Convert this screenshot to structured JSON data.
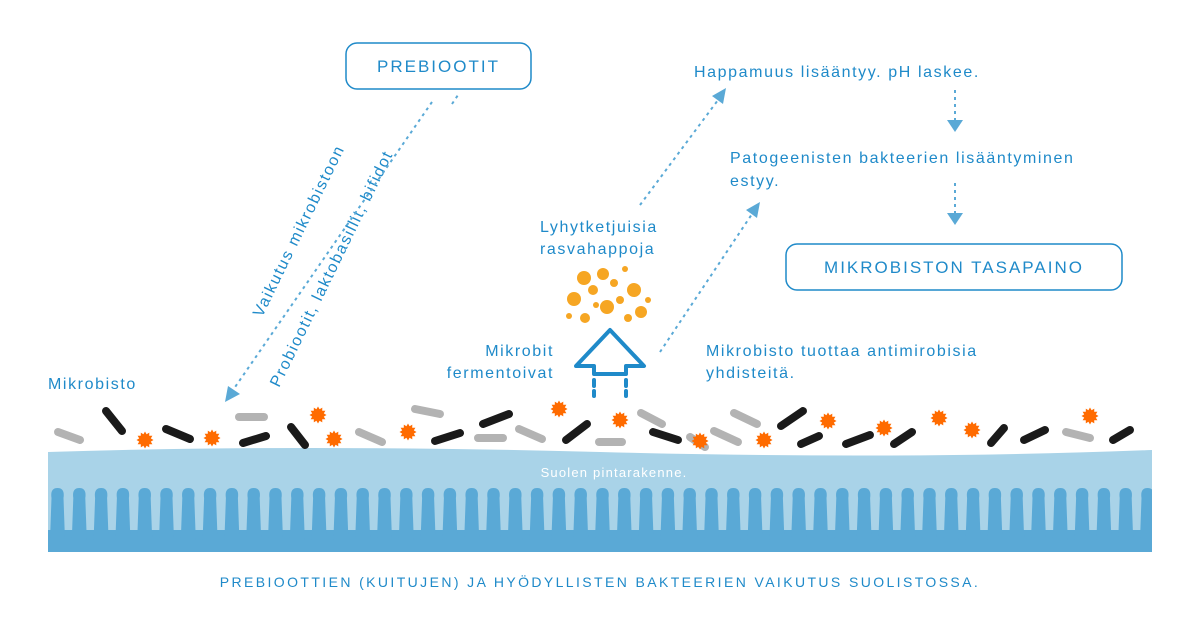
{
  "boxes": {
    "prebiotics": "PREBIOOTIT",
    "balance": "MIKROBISTON TASAPAINO"
  },
  "labels": {
    "effect_line": "Vaikutus mikrobistoon",
    "probiotics_line": "Probiootit, laktobasillit, bifidot",
    "acidity": "Happamuus lisääntyy. pH laskee.",
    "pathogens_1": "Patogeenisten bakteerien lisääntyminen",
    "pathogens_2": "estyy.",
    "scfa_1": "Lyhytketjuisia",
    "scfa_2": "rasvahappoja",
    "ferment_1": "Mikrobit",
    "ferment_2": "fermentoivat",
    "antimicrobial_1": "Mikrobisto tuottaa antimirobisia",
    "antimicrobial_2": "yhdisteitä.",
    "microbiota": "Mikrobisto",
    "surface": "Suolen pintarakenne."
  },
  "caption": "PREBIOOTTIEN (KUITUJEN) JA HYÖDYLLISTEN BAKTEERIEN VAIKUTUS SUOLISTOSSA.",
  "colors": {
    "primary": "#1f8ac9",
    "arrow": "#5aa9d6",
    "surface_light": "#a9d3e8",
    "surface_dark": "#5aa9d6",
    "bacteria_black": "#1a1a1a",
    "bacteria_gray": "#b3b3b3",
    "bacteria_orange": "#ff6b00",
    "scfa_orange": "#f6a623"
  }
}
